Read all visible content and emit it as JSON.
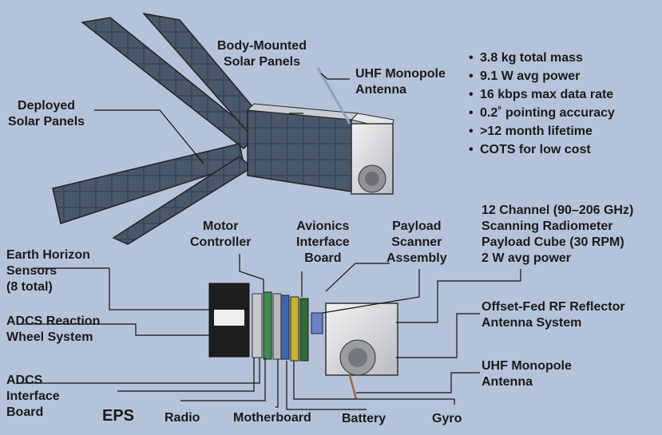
{
  "specs": [
    "3.8 kg total mass",
    "9.1 W avg power",
    "16 kbps max data rate",
    "0.2˚ pointing accuracy",
    ">12 month lifetime",
    "COTS for low cost"
  ],
  "labels": {
    "deployed_solar_panels": "Deployed\nSolar Panels",
    "body_mounted_solar_panels": "Body-Mounted\nSolar Panels",
    "uhf_monopole_antenna_top": "UHF Monopole\nAntenna",
    "motor_controller": "Motor\nController",
    "avionics_interface_board": "Avionics\nInterface\nBoard",
    "payload_scanner_assembly": "Payload\nScanner\nAssembly",
    "payload_cube": "12 Channel (90–206 GHz)\nScanning Radiometer\nPayload Cube (30 RPM)\n2 W avg power",
    "earth_horizon_sensors": "Earth Horizon\nSensors\n(8 total)",
    "adcs_reaction_wheel": "ADCS Reaction\nWheel System",
    "offset_fed_rf_reflector": "Offset-Fed RF Reflector\nAntenna System",
    "uhf_monopole_antenna_bottom": "UHF Monopole\nAntenna",
    "adcs_interface_board": "ADCS\nInterface\nBoard",
    "eps": "EPS",
    "radio": "Radio",
    "motherboard": "Motherboard",
    "battery": "Battery",
    "gyro": "Gyro"
  },
  "colors": {
    "background": "#b5c3da",
    "solar_cell": "#3d4a5c",
    "chassis": "#d7d9db",
    "leader_line": "#111111"
  }
}
